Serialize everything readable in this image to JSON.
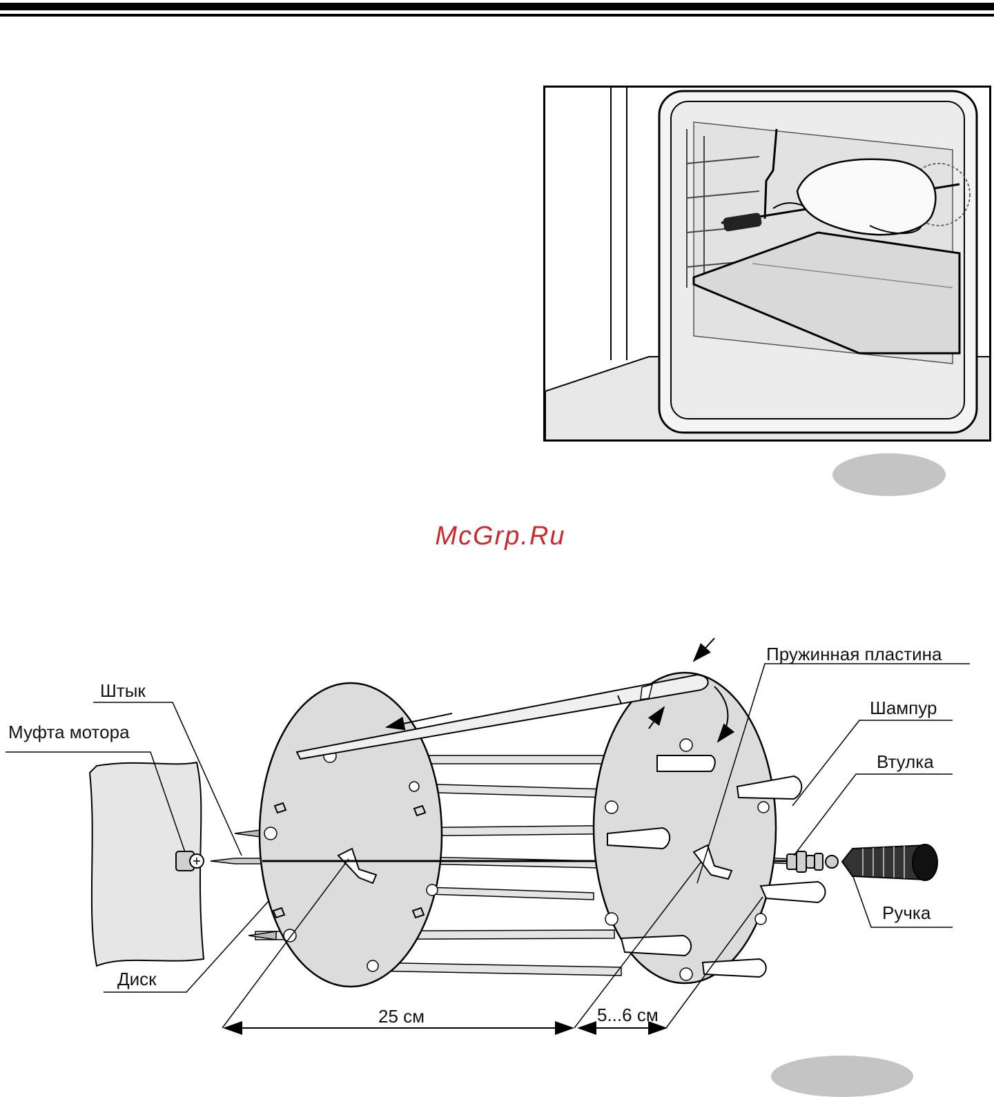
{
  "watermark": "McGrp.Ru",
  "labels": {
    "spring_plate": "Пружинная пластина",
    "bayonet": "Штык",
    "motor_coupling": "Муфта мотора",
    "skewer": "Шампур",
    "bushing": "Втулка",
    "handle": "Ручка",
    "disc": "Диск"
  },
  "dimensions": {
    "disc_spacing": "25 см",
    "end_gap": "5...6 см"
  },
  "colors": {
    "badge": "#c4c4c4",
    "watermark": "#cc2a2a",
    "oven_fill": "#e6e6e6",
    "disc_fill": "#dcdcdc"
  }
}
